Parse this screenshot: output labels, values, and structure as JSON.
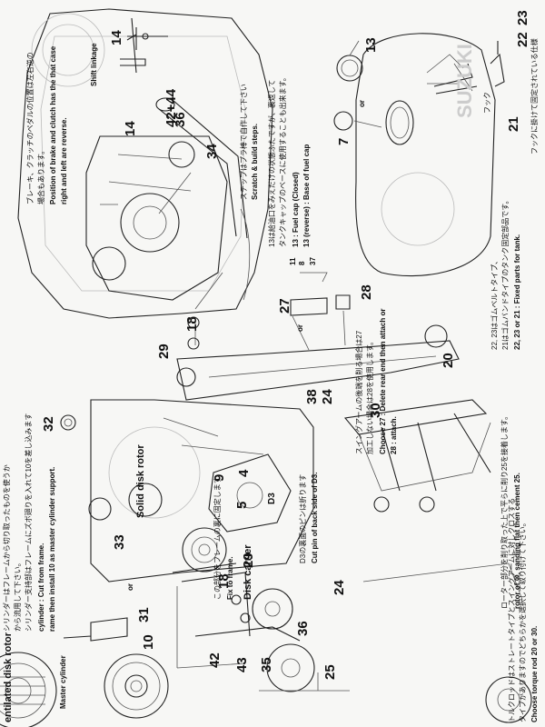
{
  "part_numbers": {
    "p14": "14",
    "p13": "13",
    "p23": "23",
    "p22": "22",
    "p21": "21",
    "p42_44": "42+44",
    "p36": "36",
    "p34": "34",
    "p14b": "14",
    "p7": "7",
    "p18": "18",
    "p29": "29",
    "p27": "27",
    "p28": "28",
    "p38": "38",
    "p24": "24",
    "p30": "30",
    "p20": "20",
    "p32": "32",
    "p9": "9",
    "p4": "4",
    "p5": "5",
    "p18b": "18",
    "p29b": "29",
    "p33": "33",
    "p31": "31",
    "p10": "10",
    "p42": "42",
    "p43": "43",
    "p35": "35",
    "p36b": "36",
    "p24b": "24",
    "p25": "25",
    "p11": "11",
    "p8": "8",
    "p37": "37"
  },
  "labels": {
    "shift_linkage": "Shift linkage",
    "or1": "or",
    "or2": "or",
    "or3": "or",
    "hook_jp": "フック",
    "hook_note_jp": "フックに掛けて固定されている仕様",
    "brake_jp_1": "ブレーキ、クラッチのペダルの位置は左右逆の",
    "brake_jp_2": "場合もあります。",
    "brake_en_1": "Position of brake and clutch has the that case",
    "brake_en_2": "right and left are reverse.",
    "step_jp": "ステップはプラ棒で自作して下さい",
    "step_en": "Scratch & build steps.",
    "cap_jp_1": "13は給油口をみえだけの状態ふたですが、裏返して",
    "cap_jp_2": "タンクキャップのベースに使用することも出来ます。",
    "cap_en_1": "13 : Fuel cap (Closed)",
    "cap_en_2": "13 (reverse) : Base of fuel cap",
    "tank_jp_1": "22, 23はゴムベルトタイプ、",
    "tank_jp_2": "21はゴムバンドタイプのタンク固定部品です。",
    "tank_en": "22, 23 or 21 : Fixed parts for tank.",
    "swing_jp_1": "スイングアームの後端を削る場合は27",
    "swing_jp_2": "加工しない場合は28を使用します。",
    "swing_en_1": "Choose 27 : Delete rear end then attach or",
    "swing_en_2": "28 : attach.",
    "torque_jp_1": "トルクロッドはストレートタイプとスイングアームに対しクロスする",
    "torque_jp_2": "タイプがありますのでどちらかを選択して取り付けて下さい。",
    "torque_en": "Choose torque rod 20 or 30.",
    "fix_frame_jp": "この部分をフレームの裏に固定します",
    "fix_frame_en": "Fix to frame.",
    "solid_disk": "Solid disk rotor",
    "disk_carrier": "Disk carrier",
    "rotor_jp": "ローター部分を削り取った上で平らに削り25を接着します。",
    "rotor_en": "rotor of ⑩, sanding flat then cement 25.",
    "d3_jp": "D3の裏面のピンは折ります",
    "d3_en": "Cut pin of back side of D3.",
    "d3_tag": "D3",
    "cyl_jp_1": "シリンダーはフレームから切り取ったものを使うか",
    "cyl_jp_2": "から流用して下さい。",
    "cyl_jp_3": "シリンダー支持部はフレームにズボ廻りを入れて10を差し込みます",
    "cyl_en_1": "cylinder : Cut from frame.",
    "cyl_en_2": "rame then install 10 as master cylinder support.",
    "master_cyl": "Master cylinder",
    "vent_disk": "entilated disk rotor",
    "side_brand": "SUZUKI"
  },
  "colors": {
    "paper": "#f7f7f5",
    "ink": "#111111"
  }
}
